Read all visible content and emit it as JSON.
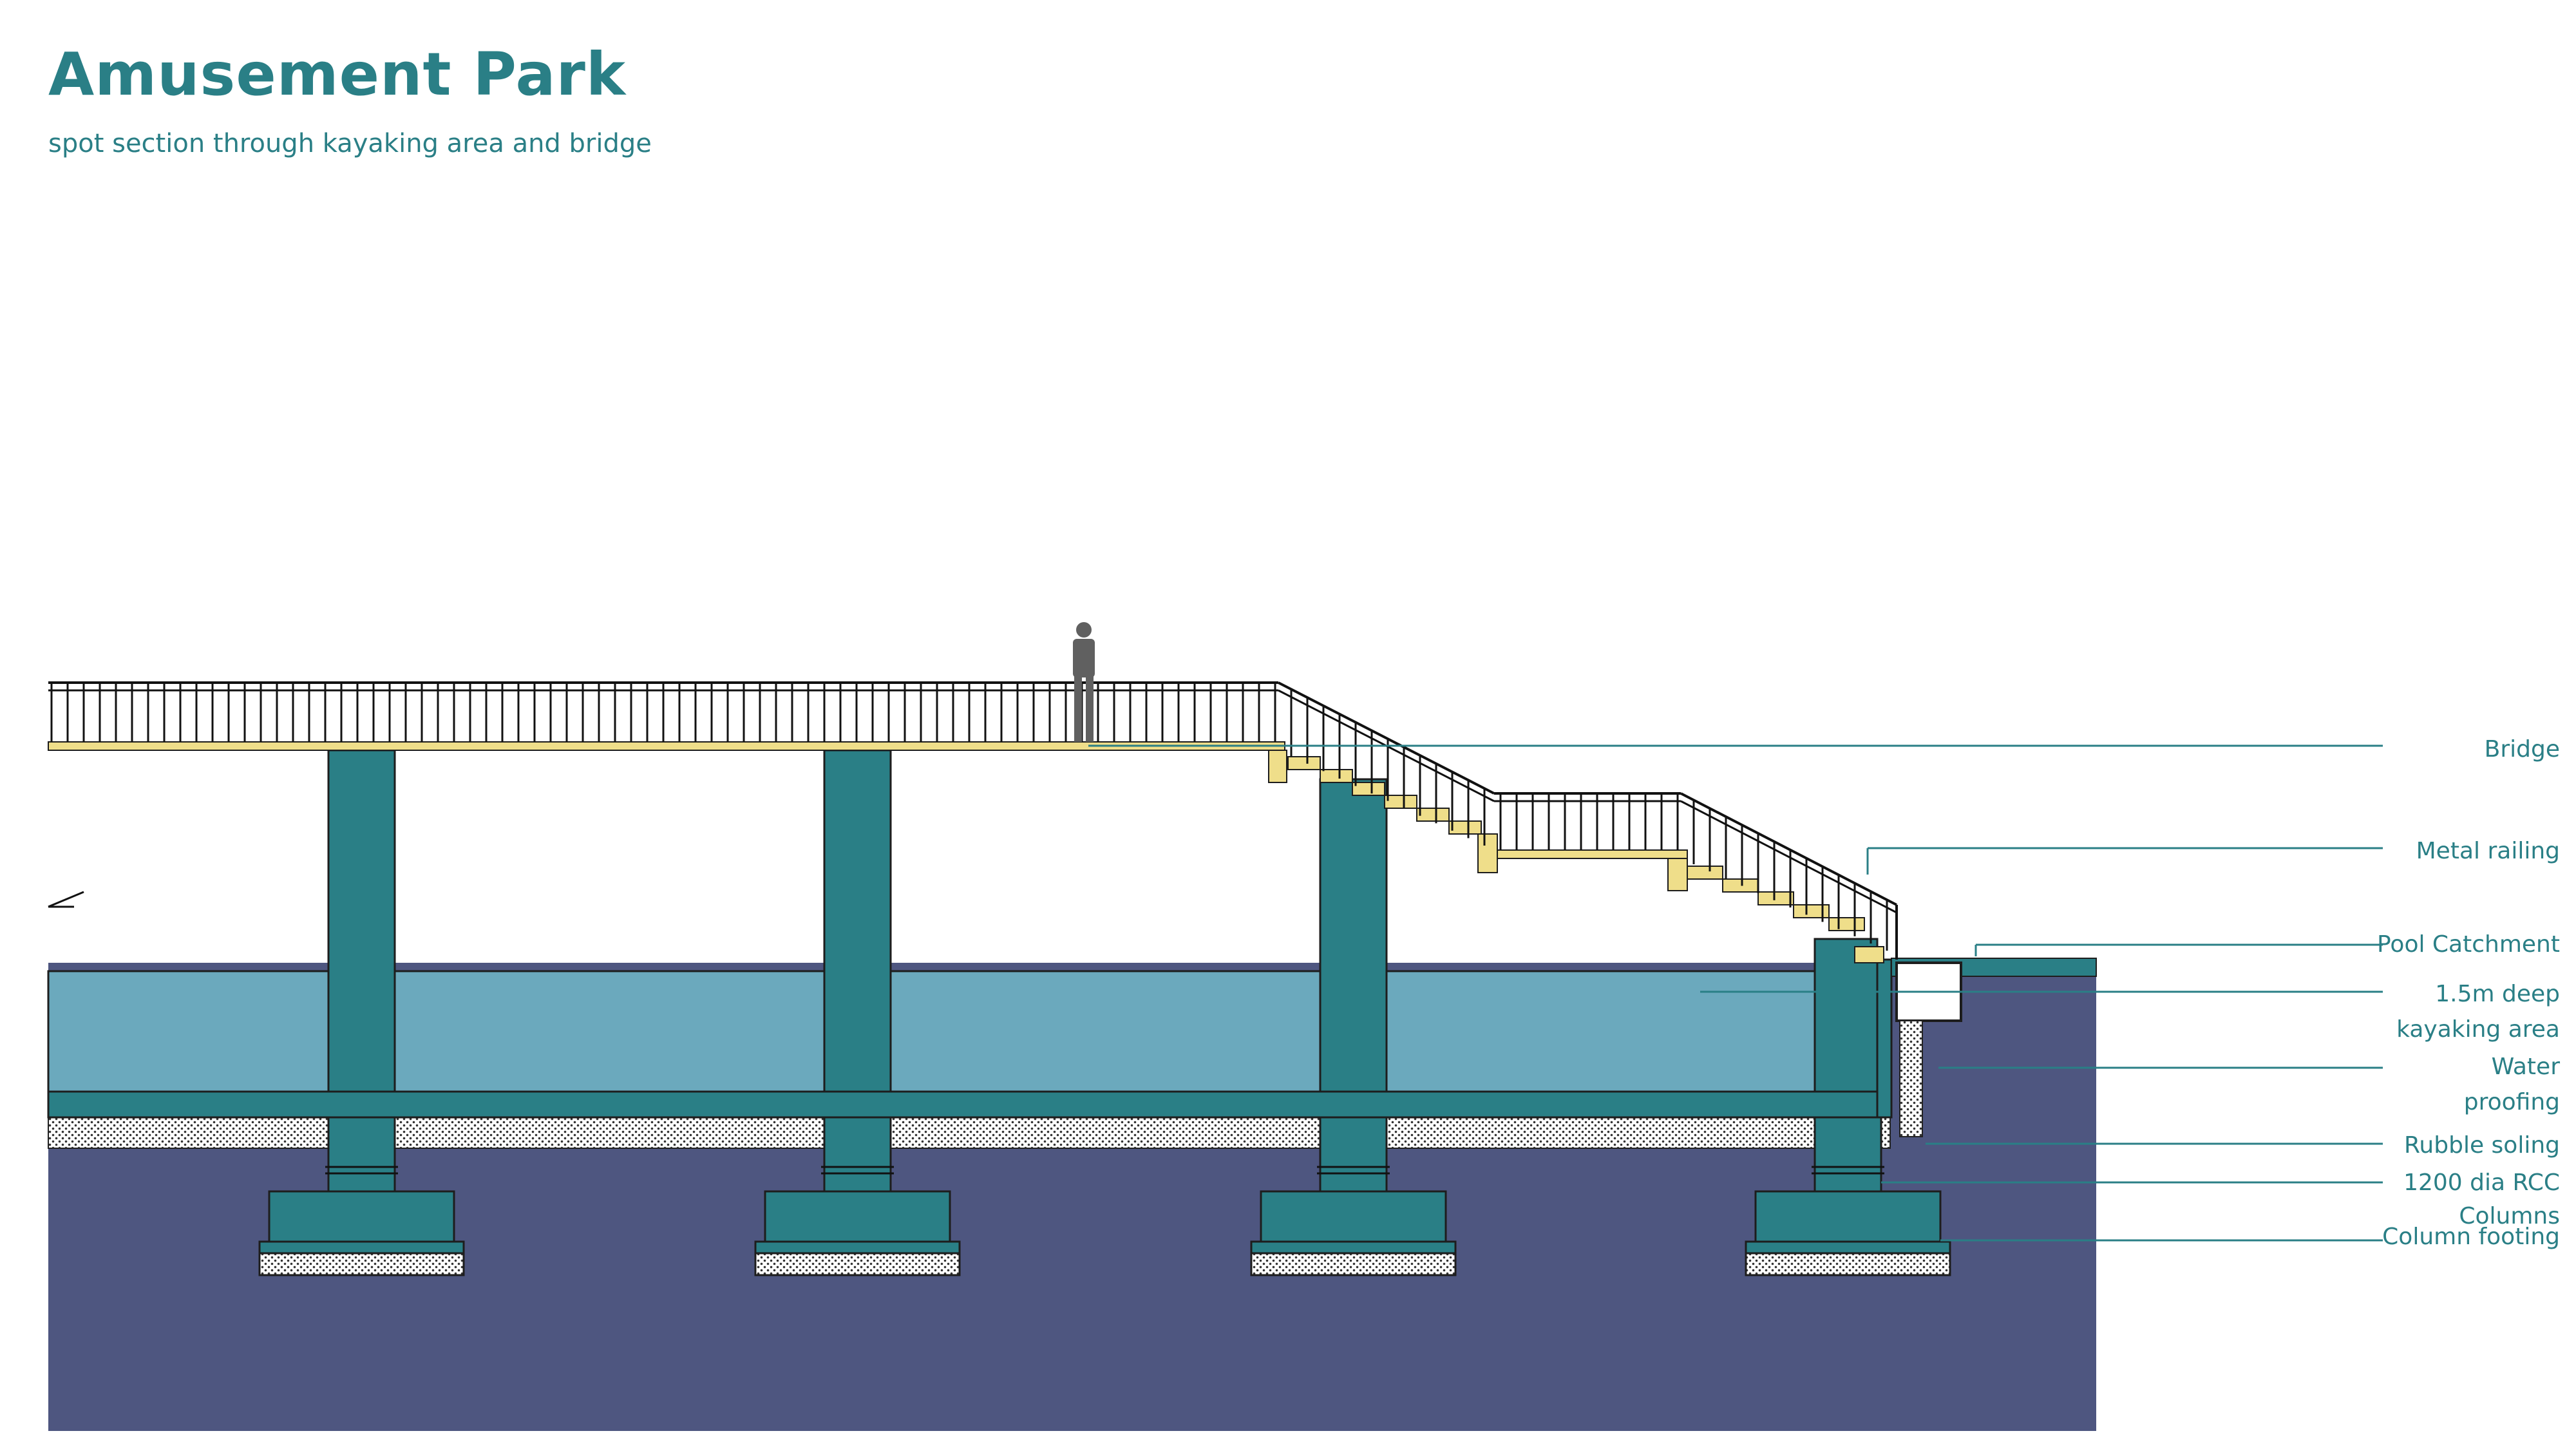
{
  "header": {
    "title": "Amusement Park",
    "subtitle": "spot section through kayaking area and bridge"
  },
  "labels": {
    "bridge": "Bridge",
    "metal_railing": "Metal railing",
    "pool_catchment": "Pool Catchment",
    "kayak_line1": "1.5m deep",
    "kayak_line2": "kayaking area",
    "water_line1": "Water",
    "water_line2": "proofing",
    "rubble_soling": "Rubble soling",
    "columns_line1": "1200 dia RCC",
    "columns_line2": "Columns",
    "column_footing": "Column footing"
  },
  "colors": {
    "teal_structure": "#2a7f86",
    "soil": "#4e5680",
    "water": "#6ba9bd",
    "deck": "#efde8a",
    "label_text": "#2a7f86",
    "person": "#606060"
  }
}
